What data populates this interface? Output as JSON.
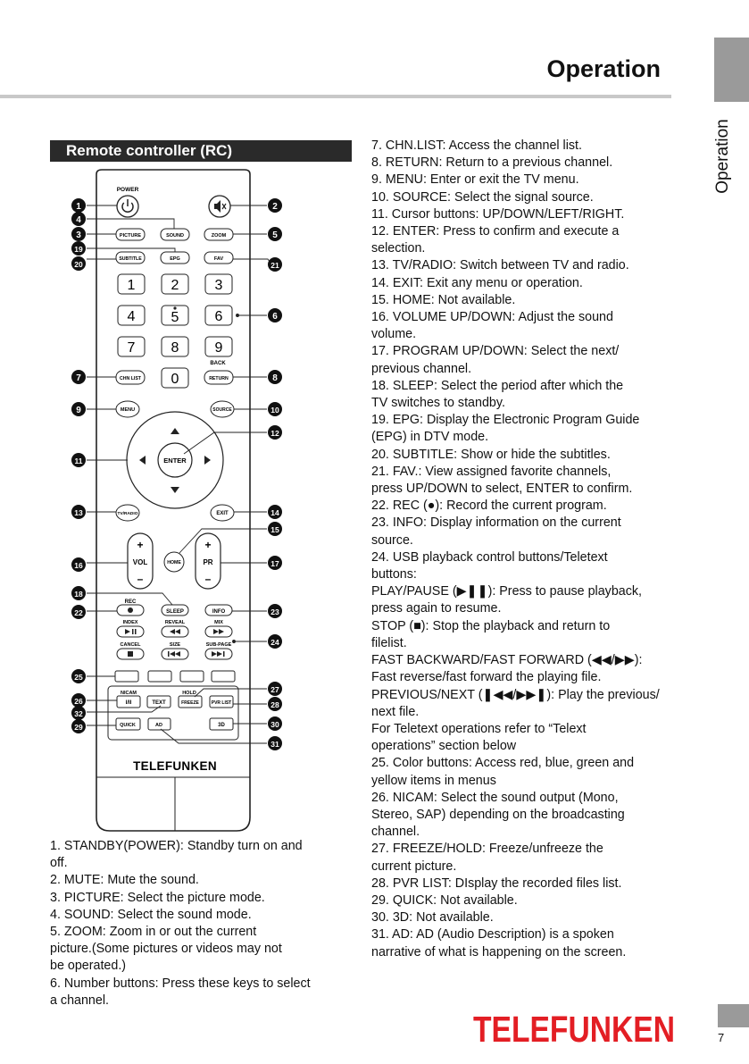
{
  "header": {
    "title": "Operation",
    "side_label": "Operation"
  },
  "section": {
    "title": "Remote controller (RC)"
  },
  "remote": {
    "top_labels": {
      "power": "POWER",
      "back": "BACK",
      "rec": "REC",
      "nicam": "NICAM",
      "hold": "HOLD"
    },
    "buttons": {
      "picture": "PICTURE",
      "sound": "SOUND",
      "zoom": "ZOOM",
      "subtitle": "SUBTITLE",
      "epg": "EPG",
      "fav": "FAV",
      "d1": "1",
      "d2": "2",
      "d3": "3",
      "d4": "4",
      "d5": "5",
      "d6": "6",
      "d7": "7",
      "d8": "8",
      "d9": "9",
      "d0": "0",
      "chn_list": "CHN LIST",
      "return": "RETURN",
      "menu": "MENU",
      "source": "SOURCE",
      "enter": "ENTER",
      "tv_radio": "TV/RADIO",
      "exit": "EXIT",
      "home": "HOME",
      "vol": "VOL",
      "pr": "PR",
      "plus": "+",
      "minus": "–",
      "sleep": "SLEEP",
      "info": "INFO",
      "index": "INDEX",
      "reveal": "REVEAL",
      "mix": "MIX",
      "cancel": "CANCEL",
      "size": "SIZE",
      "sub_page": "SUB-PAGE",
      "nicam_key": "I/II",
      "text": "TEXT",
      "freeze": "FREEZE",
      "pvr_list": "PVR LIST",
      "quick": "QUICK",
      "ad": "AD",
      "three_d": "3D"
    },
    "brand": "TELEFUNKEN",
    "callouts": [
      "1",
      "2",
      "3",
      "4",
      "5",
      "6",
      "7",
      "8",
      "9",
      "10",
      "11",
      "12",
      "13",
      "14",
      "15",
      "16",
      "17",
      "18",
      "19",
      "20",
      "21",
      "22",
      "23",
      "24",
      "25",
      "26",
      "27",
      "28",
      "29",
      "30",
      "31",
      "32"
    ]
  },
  "left_desc": [
    "1. STANDBY(POWER): Standby turn on and",
    "off.",
    "2. MUTE: Mute the sound.",
    "3. PICTURE: Select the picture mode.",
    "4. SOUND: Select the sound mode.",
    "5. ZOOM: Zoom in or out the current",
    "picture.(Some pictures or videos may not",
    "be operated.)",
    "6. Number buttons: Press these keys to select",
    "a channel."
  ],
  "right_desc": [
    "7. CHN.LIST: Access the channel list.",
    "8. RETURN: Return to a previous channel.",
    "9. MENU: Enter or exit the TV menu.",
    "10. SOURCE: Select the signal source.",
    "11. Cursor buttons: UP/DOWN/LEFT/RIGHT.",
    "12. ENTER: Press to confirm and execute a",
    "selection.",
    "13. TV/RADIO: Switch between TV and radio.",
    "14. EXIT: Exit any menu or operation.",
    "15. HOME: Not available.",
    "16. VOLUME UP/DOWN: Adjust the sound",
    "volume.",
    "17. PROGRAM UP/DOWN: Select the next/",
    "previous channel.",
    "18. SLEEP: Select the period after which the",
    "TV switches to standby.",
    "19. EPG: Display the Electronic Program Guide",
    "(EPG) in DTV mode.",
    "20. SUBTITLE: Show or hide the subtitles.",
    "21. FAV.: View assigned favorite channels,",
    "press UP/DOWN to select, ENTER to confirm.",
    "22. REC (●): Record the current program.",
    "23. INFO: Display information on the current",
    "source.",
    "24. USB playback control buttons/Teletext",
    "buttons:",
    "PLAY/PAUSE (▶❚❚): Press to pause playback,",
    "press again to resume.",
    "STOP (■): Stop the playback and return to",
    "filelist.",
    "FAST BACKWARD/FAST FORWARD (◀◀/▶▶):",
    "Fast reverse/fast forward the playing file.",
    "PREVIOUS/NEXT (❚◀◀/▶▶❚): Play the previous/",
    "next file.",
    "For Teletext operations refer to “Telext",
    "operations” section below",
    "25. Color buttons: Access red, blue, green and",
    "yellow items in menus",
    "26. NICAM: Select the sound output (Mono,",
    "Stereo, SAP) depending on the broadcasting",
    "channel.",
    "27. FREEZE/HOLD: Freeze/unfreeze the",
    "current picture.",
    "28. PVR LIST: DIsplay the recorded files list.",
    "29. QUICK: Not available.",
    "30. 3D: Not available.",
    "31. AD: AD (Audio Description) is a spoken",
    "narrative of what is happening on the screen."
  ],
  "footer": {
    "logo": "TELEFUNKEN",
    "page_number": "7"
  },
  "colors": {
    "logo_red": "#e31e24",
    "grey_tab": "#9a9a9a",
    "section_bar": "#2a2a2a"
  }
}
